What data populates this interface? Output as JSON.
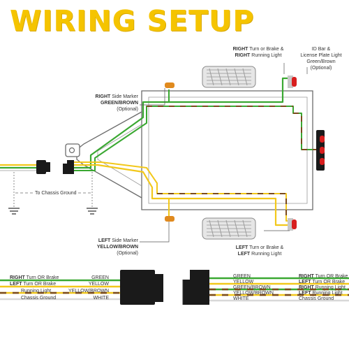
{
  "title": "WIRING SETUP",
  "labels": {
    "right_turn": {
      "line1_bold": "RIGHT",
      "line1_rest": " Turn or Brake &",
      "line2_bold": "RIGHT",
      "line2_rest": " Running Light"
    },
    "id_bar": {
      "line1": "ID Bar &",
      "line2": "License Plate Light",
      "line3": "Green/Brown",
      "line4": "(Optional)"
    },
    "right_marker": {
      "line1_bold": "RIGHT",
      "line1_rest": " Side Marker",
      "line2": "GREEN/BROWN",
      "line3": "(Optional)"
    },
    "chassis": "To Chassis Ground",
    "left_marker": {
      "line1_bold": "LEFT",
      "line1_rest": " Side Marker",
      "line2": "YELLOW/BROWN",
      "line3": "(Optional)"
    },
    "left_turn": {
      "line1_bold": "LEFT",
      "line1_rest": " Turn or Brake &",
      "line2_bold": "LEFT",
      "line2_rest": " Running Light"
    }
  },
  "legend_left": [
    {
      "bold": "RIGHT",
      "rest": " Turn OR Brake",
      "wire": "GREEN"
    },
    {
      "bold": "LEFT",
      "rest": " Turn OR Brake",
      "wire": "YELLOW"
    },
    {
      "bold": "",
      "rest": "Running Light",
      "wire": "YELLOW/BROWN"
    },
    {
      "bold": "",
      "rest": "Chassis Ground",
      "wire": "WHITE"
    }
  ],
  "legend_right": [
    {
      "wire": "GREEN",
      "bold": "RIGHT",
      "rest": " Turn OR Brake"
    },
    {
      "wire": "YELLOW",
      "bold": "LEFT",
      "rest": " Turn OR Brake"
    },
    {
      "wire": "GREEN/BROWN",
      "bold": "RIGHT",
      "rest": " Running Light"
    },
    {
      "wire": "YELLOW/BROWN",
      "bold": "LEFT",
      "rest": " Running Light"
    },
    {
      "wire": "WHITE",
      "bold": "",
      "rest": "Chassis Ground"
    }
  ],
  "colors": {
    "title": "#f5c400",
    "green": "#3aa832",
    "yellow": "#f2c81b",
    "brown": "#7a4a1c",
    "white_wire": "#d8d8d8",
    "frame": "#6b6b6b",
    "lamp": "#d81e1e",
    "marker": "#e08a1e"
  }
}
